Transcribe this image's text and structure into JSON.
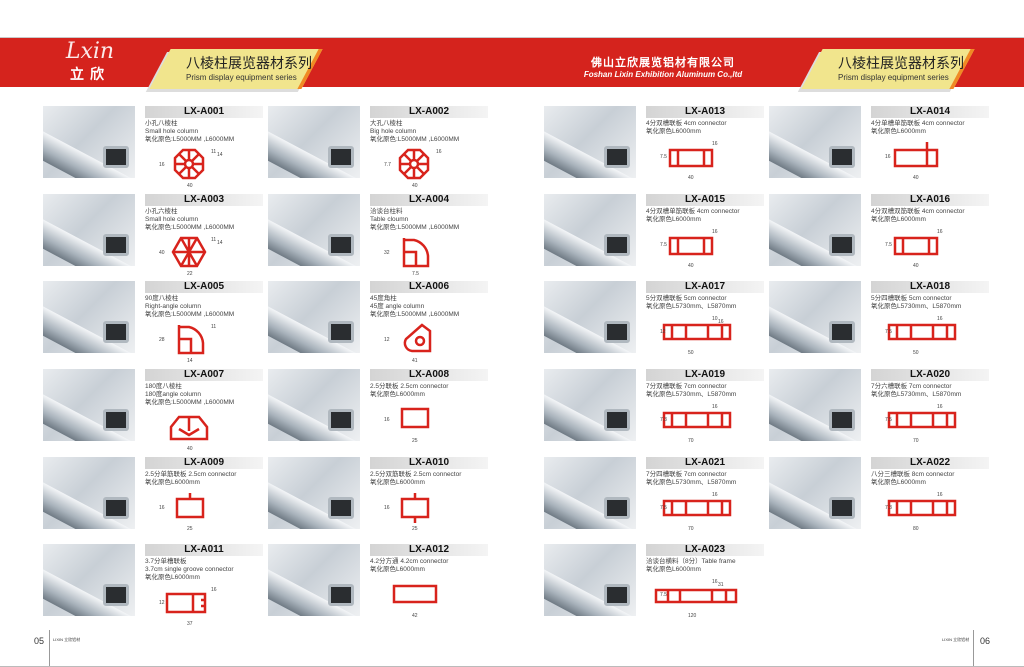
{
  "brand": {
    "script": "Lxin",
    "cn": "立欣"
  },
  "series": {
    "cn": "八棱柱展览器材系列",
    "en": "Prism display equipment series"
  },
  "company": {
    "cn": "佛山立欣展览铝材有限公司",
    "en": "Foshan Lixin Exhibition Aluminum Co.,ltd"
  },
  "footer": {
    "left_page": "05",
    "right_page": "06",
    "left_logo": "LIXIN 立欣铝材",
    "right_logo": "LIXIN 立欣铝材"
  },
  "colors": {
    "band": "#d5231d",
    "profile": "#d8231c",
    "tag": "#f1e58d"
  },
  "left_products": [
    {
      "code": "LX-A001",
      "lines": [
        "小孔八棱柱",
        "Small hole column",
        "氧化原色:L5000MM ,L6000MM"
      ],
      "shape": "octagon",
      "dims": [
        "16",
        "11",
        "14",
        "40"
      ]
    },
    {
      "code": "LX-A002",
      "lines": [
        "大孔八棱柱",
        "Big hole column",
        "氧化原色:L5000MM ,L6000MM"
      ],
      "shape": "octagon",
      "dims": [
        "7.7",
        "16",
        "40"
      ]
    },
    {
      "code": "LX-A003",
      "lines": [
        "小孔六棱柱",
        "Small hole column",
        "氧化原色:L5000MM ,L6000MM"
      ],
      "shape": "hexagon",
      "dims": [
        "40",
        "11",
        "14",
        "22"
      ]
    },
    {
      "code": "LX-A004",
      "lines": [
        "洽谈台柱料",
        "Table cloumn",
        "氧化原色:L5000MM ,L6000MM"
      ],
      "shape": "quarter",
      "dims": [
        "32",
        "7.5"
      ]
    },
    {
      "code": "LX-A005",
      "lines": [
        "90度八棱柱",
        "Right-angle column",
        "氧化原色:L5000MM ,L6000MM"
      ],
      "shape": "quarter",
      "dims": [
        "28",
        "11",
        "14"
      ]
    },
    {
      "code": "LX-A006",
      "lines": [
        "45度角柱",
        "45度 angle column",
        "氧化原色:L5000MM ,L6000MM"
      ],
      "shape": "angle",
      "dims": [
        "12",
        "41"
      ]
    },
    {
      "code": "LX-A007",
      "lines": [
        "180度八棱柱",
        "180度angle column",
        "氧化原色:L5000MM ,L6000MM"
      ],
      "shape": "half",
      "dims": [
        "40"
      ]
    },
    {
      "code": "LX-A008",
      "lines": [
        "2.5分联板 2.5cm connector",
        "氧化原色L6000mm"
      ],
      "shape": "rect",
      "dims": [
        "16",
        "25"
      ]
    },
    {
      "code": "LX-A009",
      "lines": [
        "2.5分单筋联板 2.5cm connector",
        "氧化原色L6000mm"
      ],
      "shape": "rect-tab",
      "dims": [
        "16",
        "25"
      ]
    },
    {
      "code": "LX-A010",
      "lines": [
        "2.5分双筋联板 2.5cm connector",
        "氧化原色L6000mm"
      ],
      "shape": "rect-tab2",
      "dims": [
        "16",
        "25"
      ]
    },
    {
      "code": "LX-A011",
      "lines": [
        "3.7分单槽联板",
        "3.7cm single groove connector",
        "氧化原色L6000mm"
      ],
      "shape": "groove",
      "dims": [
        "12",
        "16",
        "37"
      ]
    },
    {
      "code": "LX-A012",
      "lines": [
        "4.2分方通 4.2cm connector",
        "氧化原色L6000mm"
      ],
      "shape": "wide-rect",
      "dims": [
        "42"
      ]
    }
  ],
  "right_products": [
    {
      "code": "LX-A013",
      "lines": [
        "4分双槽联板 4cm connector",
        "氧化原色L6000mm"
      ],
      "shape": "channel2",
      "dims": [
        "7.5",
        "16",
        "40"
      ]
    },
    {
      "code": "LX-A014",
      "lines": [
        "4分单槽单筋联板 4cm connector",
        "氧化原色L6000mm"
      ],
      "shape": "channel1",
      "dims": [
        "16",
        "40"
      ]
    },
    {
      "code": "LX-A015",
      "lines": [
        "4分双槽单筋联板 4cm connector",
        "氧化原色L6000mm"
      ],
      "shape": "channel2",
      "dims": [
        "7.5",
        "16",
        "40"
      ]
    },
    {
      "code": "LX-A016",
      "lines": [
        "4分双槽双筋联板 4cm connector",
        "氧化原色L6000mm"
      ],
      "shape": "channel2",
      "dims": [
        "7.5",
        "16",
        "40"
      ]
    },
    {
      "code": "LX-A017",
      "lines": [
        "5分双槽联板 5cm connector",
        "氧化原色L5730mm、L5870mm"
      ],
      "shape": "multi",
      "dims": [
        "12",
        "10",
        "16",
        "50"
      ]
    },
    {
      "code": "LX-A018",
      "lines": [
        "5分四槽联板 5cm connector",
        "氧化原色L5730mm、L5870mm"
      ],
      "shape": "multi",
      "dims": [
        "7.5",
        "16",
        "50"
      ]
    },
    {
      "code": "LX-A019",
      "lines": [
        "7分双槽联板 7cm connector",
        "氧化原色L5730mm、L5870mm"
      ],
      "shape": "multi",
      "dims": [
        "7.3",
        "16",
        "70"
      ]
    },
    {
      "code": "LX-A020",
      "lines": [
        "7分六槽联板 7cm connector",
        "氧化原色L5730mm、L5870mm"
      ],
      "shape": "multi",
      "dims": [
        "7.5",
        "16",
        "70"
      ]
    },
    {
      "code": "LX-A021",
      "lines": [
        "7分四槽联板 7cm connector",
        "氧化原色L5730mm、L5870mm"
      ],
      "shape": "multi",
      "dims": [
        "7.5",
        "16",
        "70"
      ]
    },
    {
      "code": "LX-A022",
      "lines": [
        "八分三槽联板 8cm connector",
        "氧化原色L6000mm"
      ],
      "shape": "multi",
      "dims": [
        "7.3",
        "16",
        "80"
      ]
    },
    {
      "code": "LX-A023",
      "lines": [
        "洽谈台横料（8分）Table frame",
        "氧化原色L6000mm"
      ],
      "shape": "frame",
      "dims": [
        "7.5",
        "16",
        "31",
        "120"
      ]
    }
  ]
}
